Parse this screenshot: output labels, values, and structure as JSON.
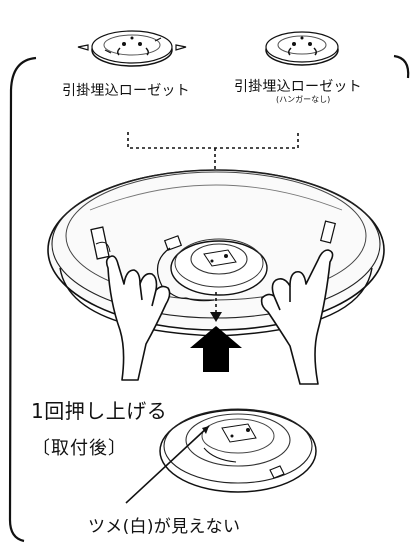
{
  "rosette_labels": {
    "hook_rosette": "引掛埋込ローゼット",
    "hook_rosette_alt": "引掛埋込ローゼット",
    "hook_rosette_alt_note": "(ハンガーなし)"
  },
  "steps": {
    "push_once": "1回押し上げる",
    "after_install": "〔取付後〕",
    "claw_note": "ツメ(白)が見えない"
  },
  "icons": {
    "push_arrow": "up-arrow-icon",
    "hands": "hand-icon"
  },
  "colors": {
    "line": "#111111",
    "arrow": "#000000",
    "background": "#ffffff"
  }
}
